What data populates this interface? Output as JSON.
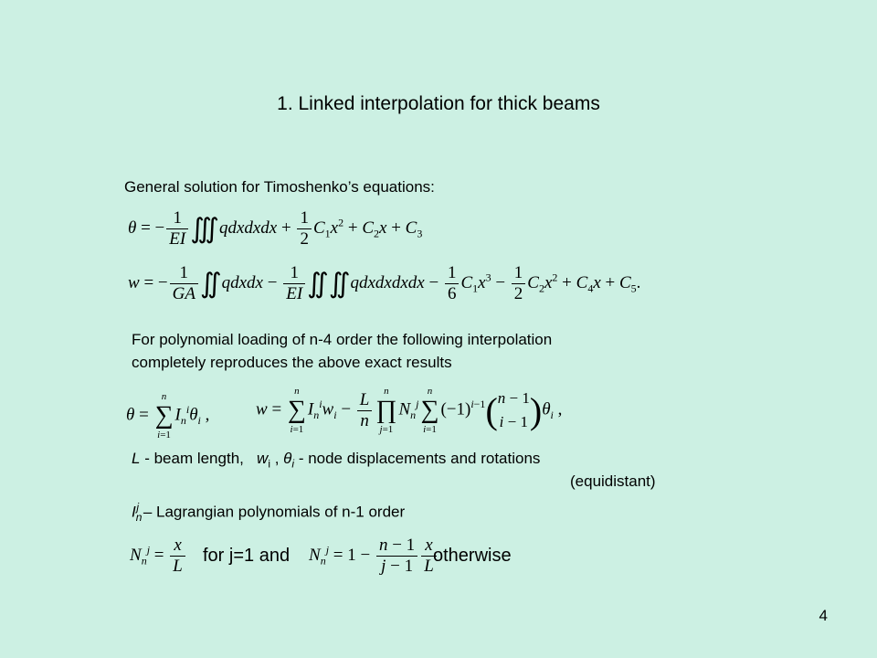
{
  "slide": {
    "title": "1. Linked interpolation for thick beams",
    "page_number": "4"
  },
  "text": {
    "general_solution": "General solution for Timoshenko’s equations:",
    "polynomial_line1": "For polynomial loading of n-4 order the following interpolation",
    "polynomial_line2": "completely reproduces the above exact results",
    "L_symbol": "L",
    "L_desc": " - beam length,",
    "w_symbol": "w",
    "w_sub": "i",
    "theta_symbol": "θ",
    "theta_sub": "i",
    "node_desc": " - node displacements and rotations",
    "equidistant": "(equidistant)",
    "I_symbol": "I",
    "I_sub": "n",
    "I_sup": "j",
    "lagrangian_desc": " – Lagrangian polynomials of n-1 order",
    "for_j1_and": "for j=1 and",
    "otherwise": "otherwise"
  }
}
